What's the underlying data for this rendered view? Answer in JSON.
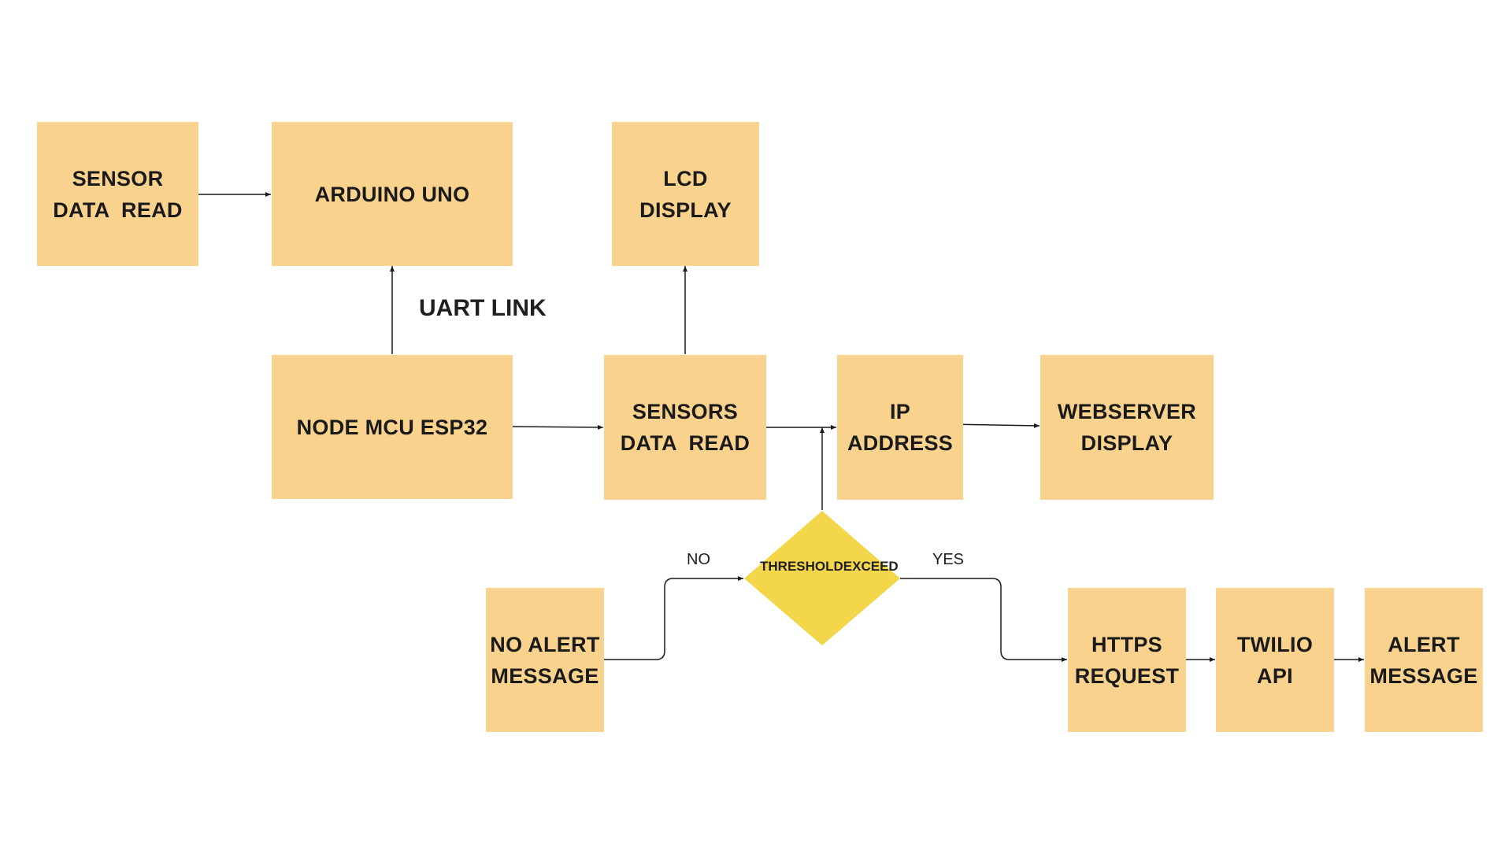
{
  "nodes": {
    "sensor_read": [
      "SENSOR",
      "DATA  READ"
    ],
    "arduino": [
      "ARDUINO UNO"
    ],
    "lcd": [
      "LCD",
      "DISPLAY"
    ],
    "nodemcu": [
      "NODE MCU ESP32"
    ],
    "sensors_read": [
      "SENSORS",
      "DATA  READ"
    ],
    "ip": [
      "IP",
      "ADDRESS"
    ],
    "webserver": [
      "WEBSERVER",
      "DISPLAY"
    ],
    "no_alert": [
      "NO ALERT",
      "MESSAGE"
    ],
    "threshold": [
      "THRESHOLD",
      "EXCEED"
    ],
    "https": [
      "HTTPS",
      "REQUEST"
    ],
    "twilio": [
      "TWILIO",
      "API"
    ],
    "alert": [
      "ALERT",
      "MESSAGE"
    ]
  },
  "labels": {
    "uart": "UART LINK",
    "no": "NO",
    "yes": "YES"
  },
  "colors": {
    "box_fill": "#f9d28d",
    "decision_fill": "#f3d64a",
    "line": "#1a1a1a"
  }
}
